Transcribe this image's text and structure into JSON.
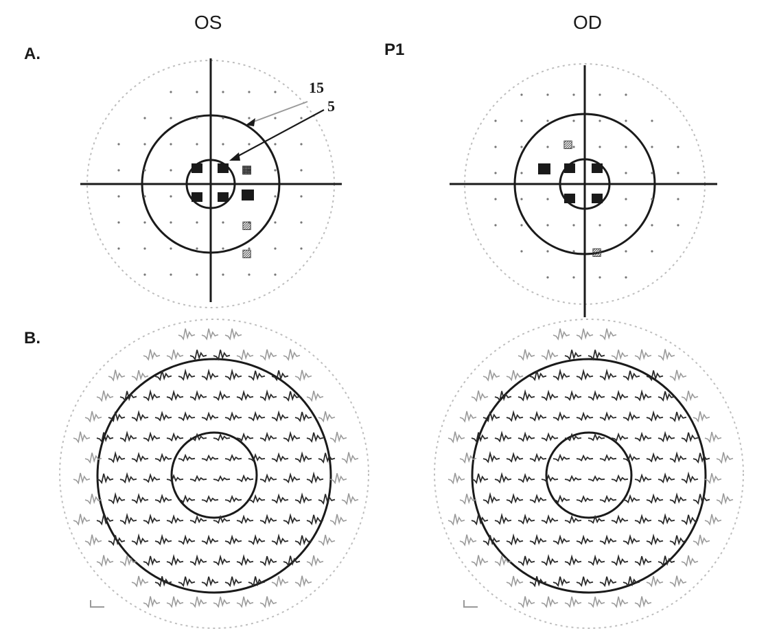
{
  "header": {
    "left_eye": "OS",
    "right_eye": "OD",
    "center_label": "P1"
  },
  "panels": {
    "a_label": "A.",
    "b_label": "B."
  },
  "annotations": {
    "outer_arrow_label": "15",
    "inner_arrow_label": "5"
  },
  "colors": {
    "ink": "#1a1a1a",
    "grid_dash": "#bdbdbd",
    "background": "#ffffff"
  }
}
